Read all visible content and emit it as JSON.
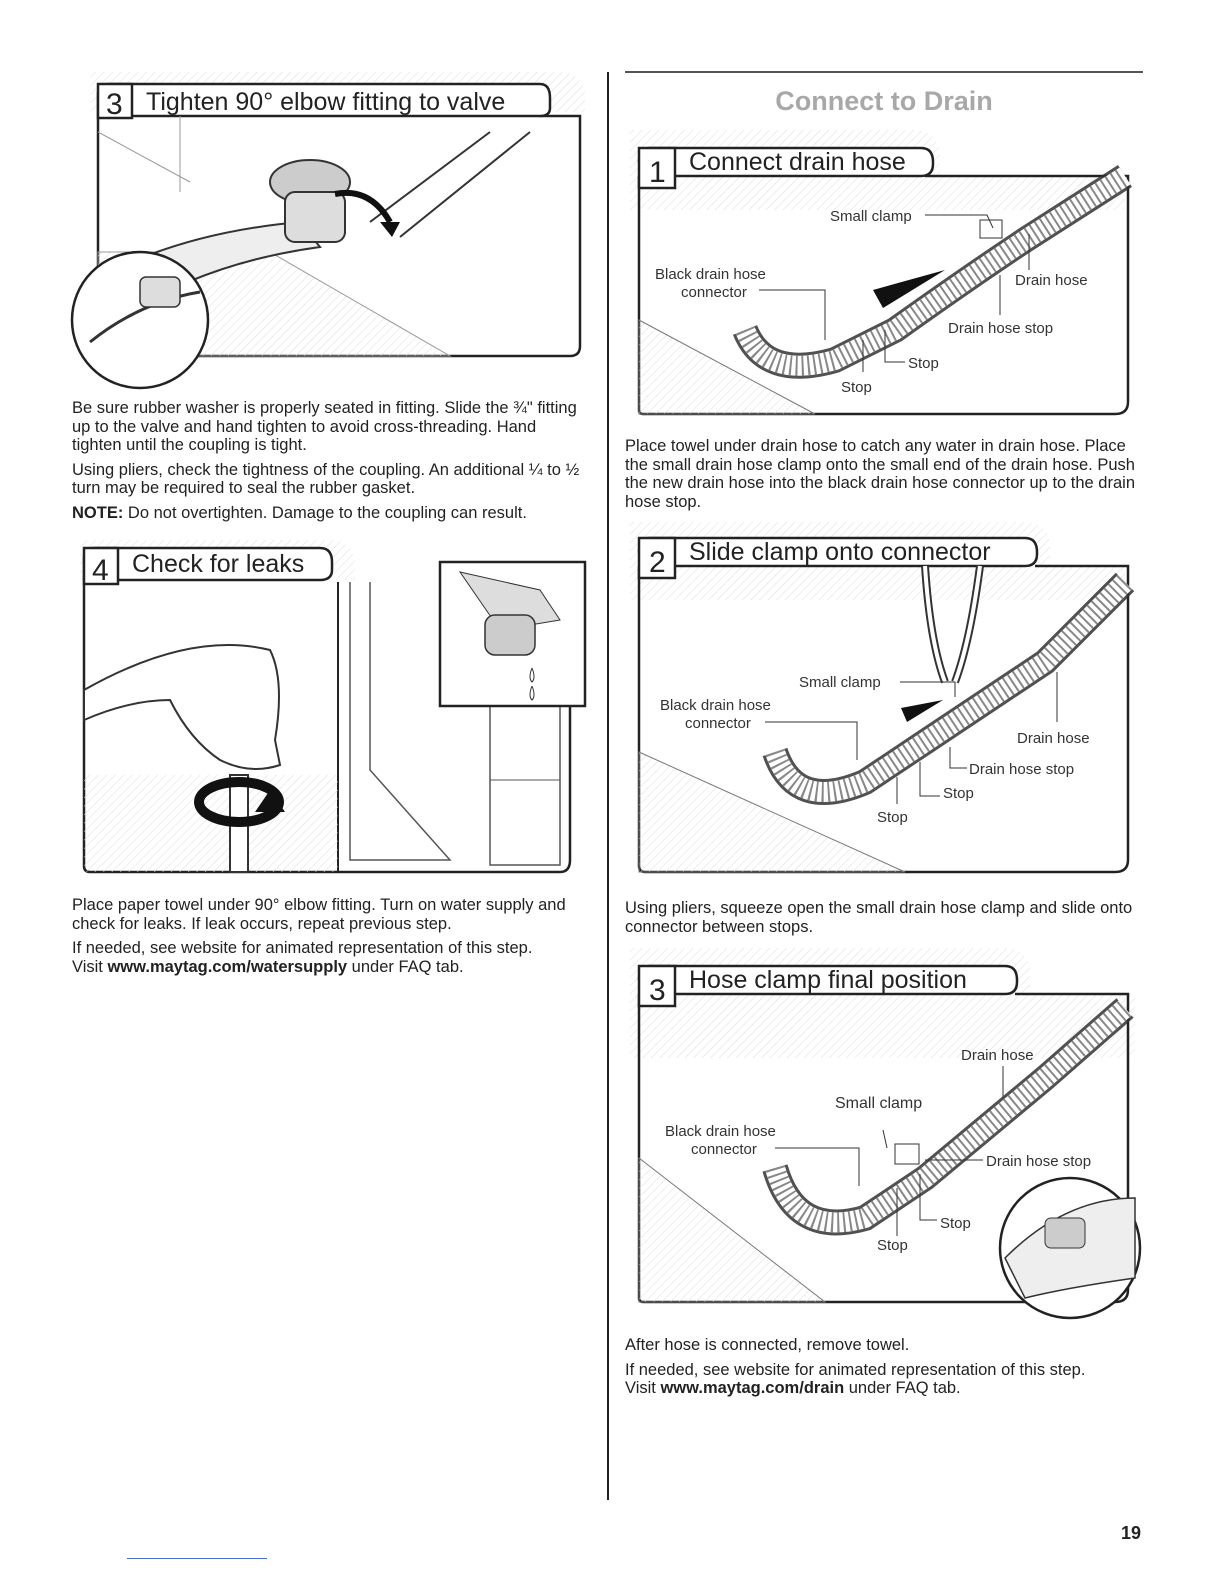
{
  "section": {
    "title": "Connect to Drain"
  },
  "left": {
    "step3": {
      "number": "3",
      "title": "Tighten 90° elbow fitting to valve",
      "paragraphs": [
        "Be sure rubber washer is properly seated in fitting. Slide the ¾\" fitting up to the valve and hand tighten to avoid cross-threading. Hand tighten until the coupling is tight.",
        "Using pliers, check the tightness of the coupling. An additional ¼ to ½ turn may be required to seal the rubber gasket."
      ],
      "note_label": "NOTE:",
      "note_text": " Do not overtighten. Damage to the coupling can result."
    },
    "step4": {
      "number": "4",
      "title": "Check for leaks",
      "paragraphs": [
        "Place paper towel under 90° elbow fitting. Turn on water supply and check for leaks. If leak occurs, repeat previous step."
      ],
      "web_intro": "If needed, see website for animated representation of this step.",
      "web_prefix": "Visit ",
      "web_link": "www.maytag.com/watersupply",
      "web_suffix": " under FAQ tab."
    }
  },
  "right": {
    "step1": {
      "number": "1",
      "title": "Connect drain hose",
      "labels": {
        "small_clamp": "Small clamp",
        "black_connector_1": "Black drain hose",
        "black_connector_2": "connector",
        "drain_hose": "Drain hose",
        "drain_hose_stop": "Drain hose stop",
        "stop_a": "Stop",
        "stop_b": "Stop"
      },
      "paragraph": "Place towel under drain hose to catch any water in drain hose. Place the small drain hose clamp onto the small end of the drain hose. Push the new drain hose into the black drain hose connector up to the drain hose stop."
    },
    "step2": {
      "number": "2",
      "title": "Slide clamp onto connector",
      "labels": {
        "small_clamp": "Small clamp",
        "black_connector_1": "Black drain hose",
        "black_connector_2": "connector",
        "drain_hose": "Drain hose",
        "drain_hose_stop": "Drain hose stop",
        "stop_a": "Stop",
        "stop_b": "Stop"
      },
      "paragraph": "Using pliers, squeeze open the small drain hose clamp and slide onto connector between stops."
    },
    "step3": {
      "number": "3",
      "title": "Hose clamp final position",
      "labels": {
        "drain_hose": "Drain hose",
        "small_clamp": "Small clamp",
        "black_connector_1": "Black drain hose",
        "black_connector_2": "connector",
        "drain_hose_stop": "Drain hose stop",
        "stop_a": "Stop",
        "stop_b": "Stop"
      },
      "paragraph1": "After hose is connected, remove towel.",
      "web_intro": "If needed, see website for animated representation of this step.",
      "web_prefix": "Visit ",
      "web_link": "www.maytag.com/drain",
      "web_suffix": " under FAQ tab."
    }
  },
  "page_number": "19"
}
